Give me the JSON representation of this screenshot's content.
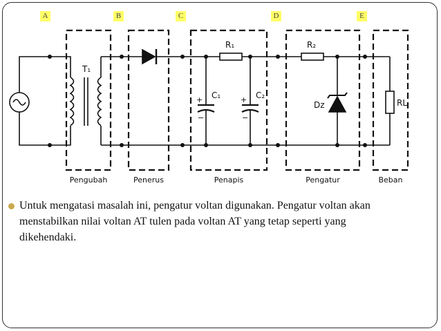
{
  "points": [
    "A",
    "B",
    "C",
    "D",
    "E"
  ],
  "components": {
    "transformer": "T₁",
    "c1": "C₁",
    "c2": "C₂",
    "r1": "R₁",
    "r2": "R₂",
    "zener": "Dz",
    "load": "RL"
  },
  "stages": [
    "Pengubah",
    "Penerus",
    "Penapis",
    "Pengatur",
    "Beban"
  ],
  "body_text": "Untuk mengatasi masalah ini, pengatur voltan digunakan. Pengatur voltan akan menstabilkan nilai voltan AT tulen pada voltan AT yang tetap seperti yang dikehendaki.",
  "colors": {
    "point_label_bg": "#ffff66",
    "bullet": "#c9a94d"
  }
}
